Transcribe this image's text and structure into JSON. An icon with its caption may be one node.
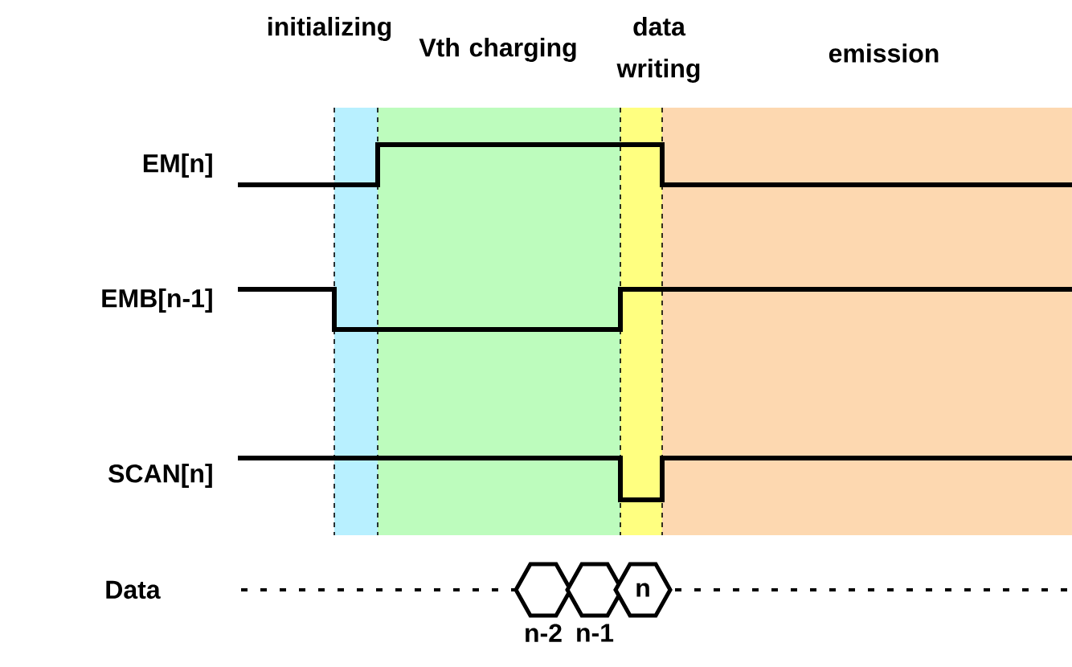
{
  "diagram": {
    "nodes": [
      {
        "text": [
          "initializing"
        ]
      },
      {
        "text": [
          "Vth charging"
        ]
      },
      {
        "text": [
          "data writing"
        ]
      },
      {
        "text": [
          "emission"
        ]
      },
      {
        "text": [],
        "shape": "hexagon",
        "beside": [
          "n-2"
        ]
      },
      {
        "text": [],
        "shape": "hexagon",
        "beside": [
          "n-1"
        ]
      },
      {
        "text": [
          "n"
        ]
      }
    ],
    "labels": [
      "EM[n]",
      "EMB[n-1]",
      "SCAN[n]",
      "Data"
    ]
  }
}
